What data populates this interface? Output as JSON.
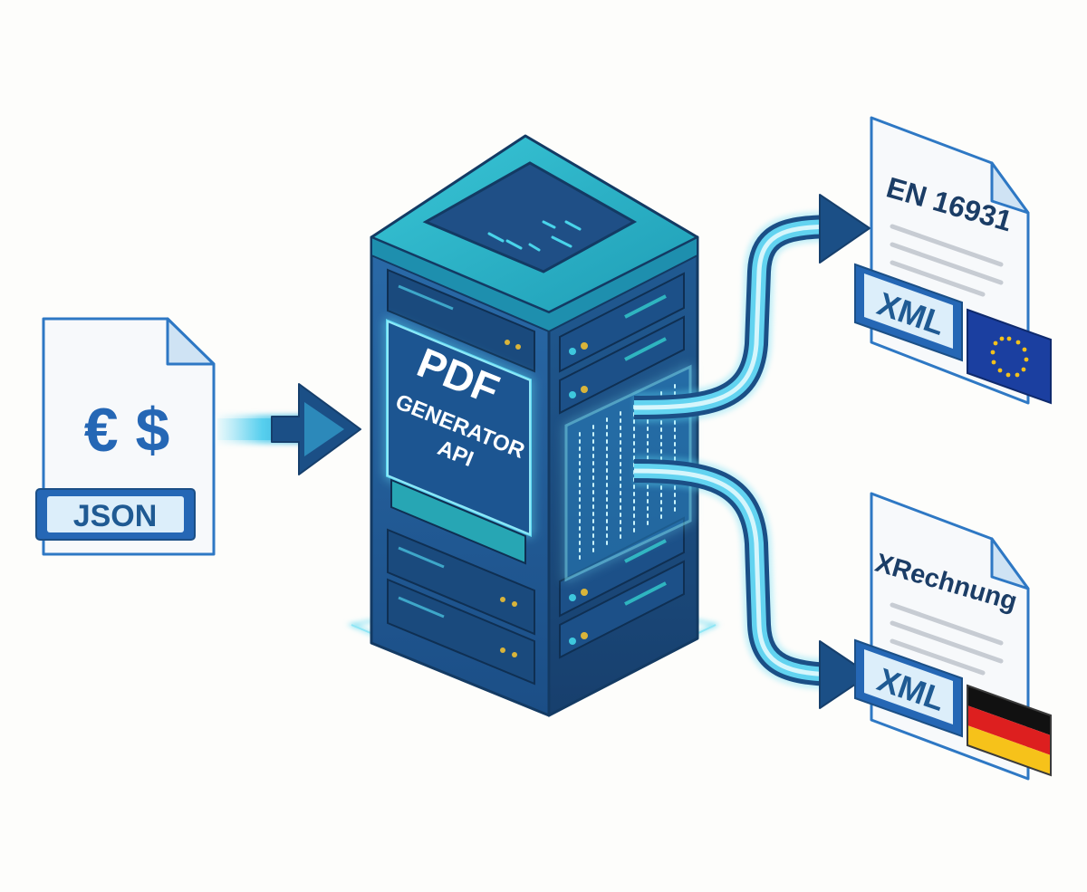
{
  "input_doc": {
    "symbols": "€ $",
    "format_label": "JSON"
  },
  "server": {
    "line1": "PDF",
    "line2": "GENERATOR",
    "line3": "API"
  },
  "outputs": [
    {
      "standard": "EN 16931",
      "format_label": "XML",
      "flag": "eu-flag-icon"
    },
    {
      "standard": "XRechnung",
      "format_label": "XML",
      "flag": "germany-flag-icon"
    }
  ],
  "colors": {
    "doc_border": "#2e78c4",
    "doc_fill": "#f7f9fb",
    "label_fill": "#2567b5",
    "server_front": "#1f5a93",
    "server_side": "#1a4a7d",
    "server_top": "#2cb5c9",
    "glow": "#5fd8f2",
    "arrow_dark": "#1b4f86",
    "eu_blue": "#1b3fa0",
    "eu_star": "#f3c11b",
    "de_black": "#111111",
    "de_red": "#dd1f1f",
    "de_gold": "#f6c21a"
  }
}
